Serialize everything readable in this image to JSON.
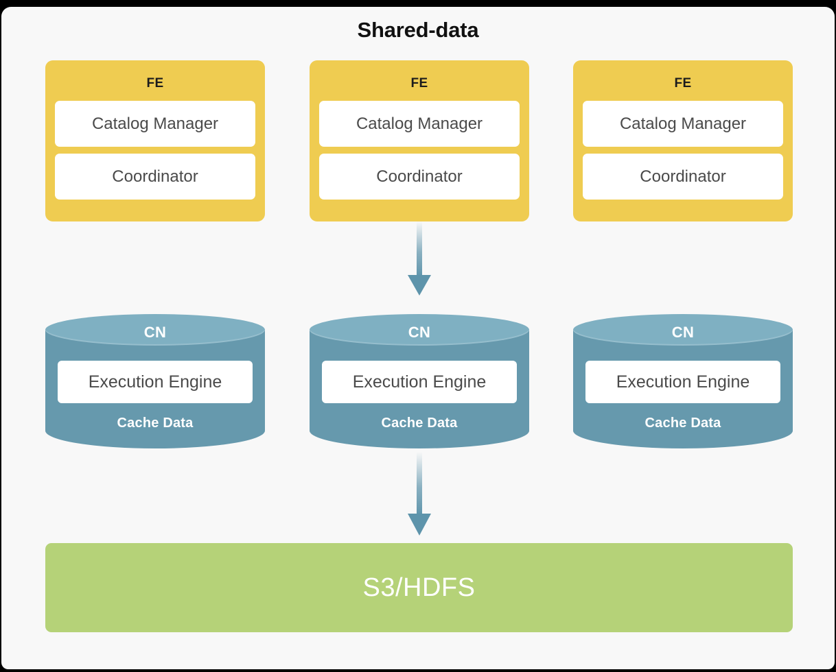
{
  "diagram": {
    "title": "Shared-data",
    "colors": {
      "frame": "#000000",
      "card_background": "#F8F8F8",
      "fe_yellow": "#EFCC51",
      "cn_teal_body": "#6699AD",
      "cn_teal_top": "#7FB0C2",
      "storage_green": "#B5D278",
      "arrow_teal": "#5E94AB",
      "sub_box_white": "#FFFFFF",
      "sub_text_gray": "#4A4A4A"
    },
    "fe_nodes": [
      {
        "title": "FE",
        "components": [
          "Catalog Manager",
          "Coordinator"
        ]
      },
      {
        "title": "FE",
        "components": [
          "Catalog Manager",
          "Coordinator"
        ]
      },
      {
        "title": "FE",
        "components": [
          "Catalog Manager",
          "Coordinator"
        ]
      }
    ],
    "cn_nodes": [
      {
        "title": "CN",
        "engine": "Execution Engine",
        "cache": "Cache Data"
      },
      {
        "title": "CN",
        "engine": "Execution Engine",
        "cache": "Cache Data"
      },
      {
        "title": "CN",
        "engine": "Execution Engine",
        "cache": "Cache Data"
      }
    ],
    "storage": {
      "label": "S3/HDFS"
    },
    "arrows": [
      {
        "name": "fe-to-cn-arrow",
        "direction": "down"
      },
      {
        "name": "cn-to-storage-arrow",
        "direction": "down"
      }
    ]
  }
}
